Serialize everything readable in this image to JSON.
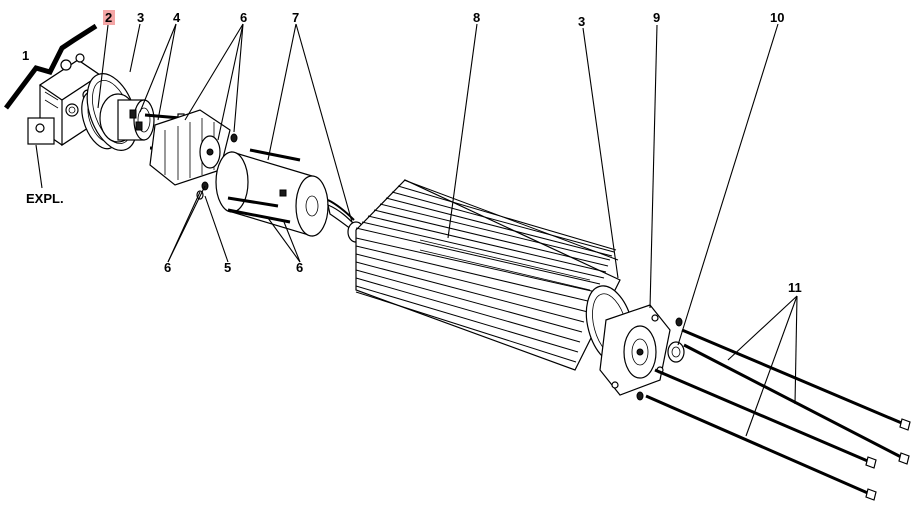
{
  "callouts": {
    "c1": "1",
    "c2": "2",
    "c3a": "3",
    "c4": "4",
    "c6a": "6",
    "c7": "7",
    "c8": "8",
    "c3b": "3",
    "c9": "9",
    "c10": "10",
    "c11": "11",
    "c6b": "6",
    "c5": "5",
    "c6c": "6",
    "expl": "EXPL."
  },
  "colors": {
    "highlight": "#f4a6a6",
    "ink": "#000000"
  }
}
